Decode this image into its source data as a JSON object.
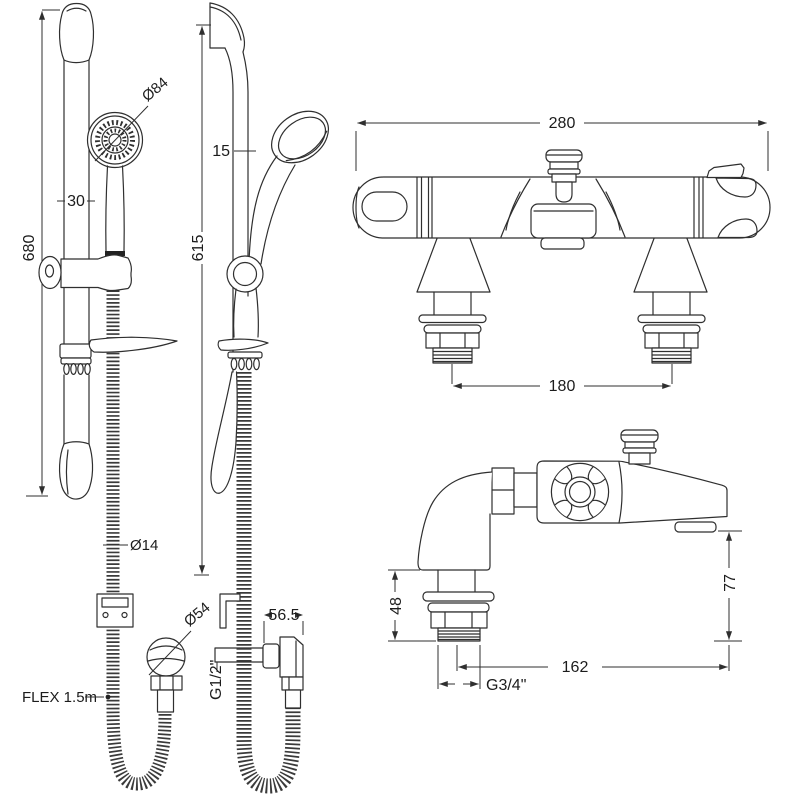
{
  "colors": {
    "line": "#2f2f2f",
    "text": "#1c1c1c",
    "background": "#ffffff"
  },
  "drawing": {
    "rail_front": {
      "height": "680",
      "rail_width": "30",
      "head_diameter": "Ø84",
      "hose_diameter": "Ø14",
      "hose_flex": "FLEX 1.5m",
      "elbow_diameter": "Ø54"
    },
    "rail_side": {
      "height": "615",
      "rail_depth": "15",
      "outlet_projection": "56.5",
      "outlet_thread": "G1/2\""
    },
    "mixer_front": {
      "body_width": "280",
      "tail_centres": "180"
    },
    "mixer_side": {
      "deck_to_thread": "48",
      "spout_height": "77",
      "projection": "162",
      "tail_thread": "G3/4\""
    }
  }
}
